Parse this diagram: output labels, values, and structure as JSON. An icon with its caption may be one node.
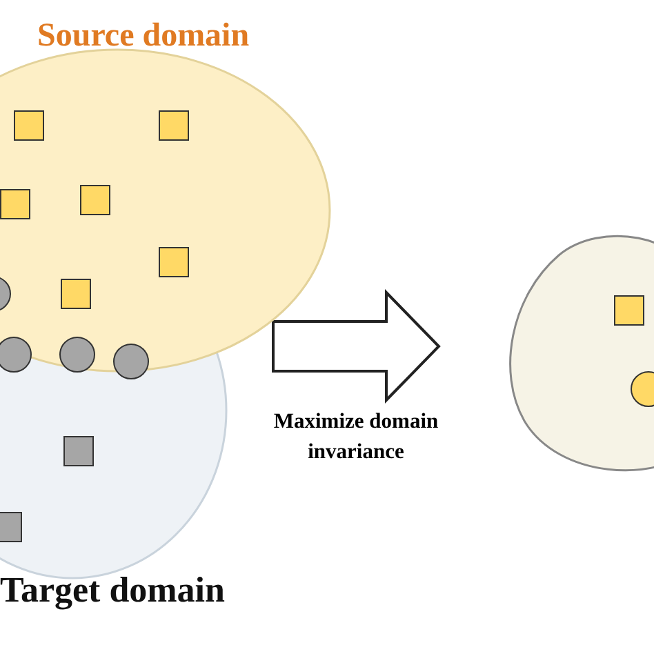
{
  "diagram": {
    "nodes": [
      {
        "text": [
          "Source domain"
        ]
      },
      {
        "text": [
          "Target domain"
        ]
      },
      {
        "text": [],
        "shape": "ellipse"
      }
    ],
    "edges": [
      {
        "from": 0,
        "to": 2,
        "arrow": "to",
        "label": "Maximize domain invariance",
        "style": "thick"
      }
    ]
  }
}
